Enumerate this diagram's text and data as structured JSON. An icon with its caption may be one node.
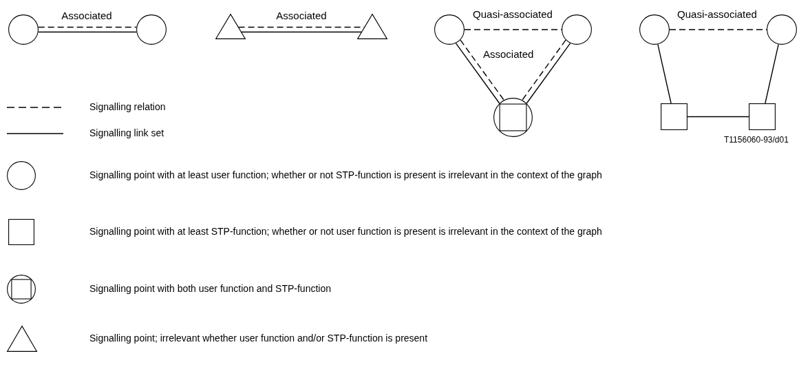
{
  "diagram": {
    "nodes": [
      {
        "text": [],
        "shape": "circle"
      },
      {
        "text": [],
        "shape": "circle"
      },
      {
        "text": [],
        "shape": "triangle"
      },
      {
        "text": [],
        "shape": "triangle"
      },
      {
        "text": [],
        "shape": "circle"
      },
      {
        "text": [],
        "shape": "circle"
      },
      {
        "text": [],
        "shape": "circle"
      },
      {
        "text": [],
        "shape": "circle"
      },
      {
        "text": [],
        "shape": "circle"
      },
      {
        "text": [],
        "shape": "box"
      },
      {
        "text": [],
        "shape": "box"
      }
    ],
    "edges": [
      {
        "from": 0,
        "to": 1,
        "arrow": "none",
        "style": "dashed",
        "label": "Associated"
      },
      {
        "from": 0,
        "to": 1,
        "arrow": "none"
      },
      {
        "from": 2,
        "to": 3,
        "arrow": "none",
        "style": "dashed",
        "label": "Associated"
      },
      {
        "from": 2,
        "to": 3,
        "arrow": "none"
      },
      {
        "from": 4,
        "to": 5,
        "arrow": "none",
        "style": "dashed",
        "label": "Quasi-associated"
      },
      {
        "from": 4,
        "to": 6,
        "arrow": "none",
        "style": "dashed"
      },
      {
        "from": 4,
        "to": 6,
        "arrow": "none"
      },
      {
        "from": 5,
        "to": 6,
        "arrow": "none",
        "style": "dashed"
      },
      {
        "from": 5,
        "to": 6,
        "arrow": "none"
      },
      {
        "from": 7,
        "to": 8,
        "arrow": "none",
        "style": "dashed",
        "label": "Quasi-associated"
      },
      {
        "from": 7,
        "to": 9,
        "arrow": "none"
      },
      {
        "from": 8,
        "to": 10,
        "arrow": "none"
      },
      {
        "from": 9,
        "to": 10,
        "arrow": "none"
      }
    ],
    "labels": [
      "Associated",
      "T1156060-93/d01"
    ],
    "legend": [
      {
        "text": "Signalling relation"
      },
      {
        "text": "Signalling link set"
      },
      {
        "text": "Signalling point with at least user function; whether or not STP-function is present is irrelevant in the context of the graph"
      },
      {
        "text": "Signalling point with at least STP-function; whether or not user function is present is irrelevant in the context of the graph"
      },
      {
        "text": "Signalling point with both user function and STP-function"
      },
      {
        "text": "Signalling point; irrelevant whether user function and/or STP-function is present"
      }
    ]
  }
}
